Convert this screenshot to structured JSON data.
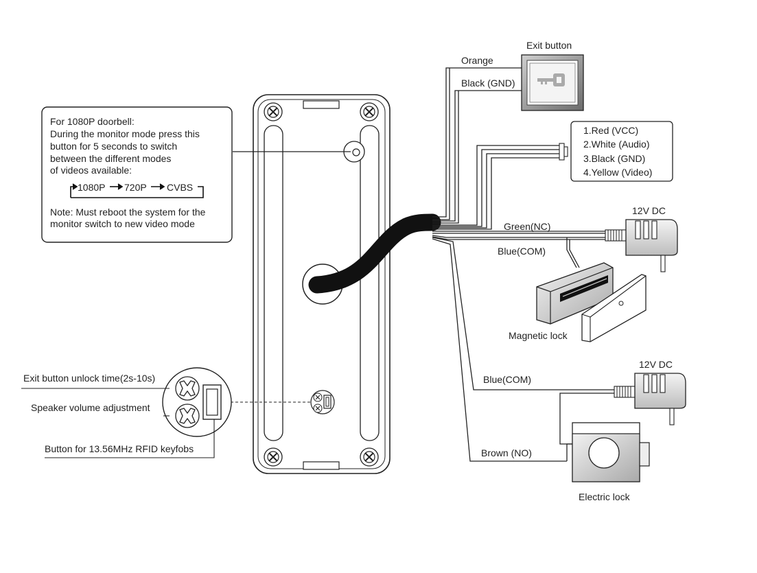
{
  "doorbell_note": {
    "line1": "For 1080P doorbell:",
    "line2": "During the monitor mode press this",
    "line3": "button for 5 seconds to switch",
    "line4": "between the different modes",
    "line5": "of videos available:",
    "mode1": "1080P",
    "mode2": "720P",
    "mode3": "CVBS",
    "note1": "Note: Must reboot the system for the",
    "note2": "monitor switch to new video mode"
  },
  "exit_button": {
    "title": "Exit button",
    "wire1": "Orange",
    "wire2": "Black (GND)"
  },
  "connector": {
    "pin1": "1.Red (VCC)",
    "pin2": "2.White (Audio)",
    "pin3": "3.Black (GND)",
    "pin4": "4.Yellow (Video)"
  },
  "magnetic_lock": {
    "power": "12V DC",
    "wire_nc": "Green(NC)",
    "wire_com": "Blue(COM)",
    "label": "Magnetic lock"
  },
  "electric_lock": {
    "power": "12V DC",
    "wire_com": "Blue(COM)",
    "wire_no": "Brown (NO)",
    "label": "Electric lock"
  },
  "adjustments": {
    "unlock_time": "Exit button unlock time(2s-10s)",
    "speaker": "Speaker volume adjustment",
    "rfid": "Button for 13.56MHz RFID keyfobs"
  }
}
